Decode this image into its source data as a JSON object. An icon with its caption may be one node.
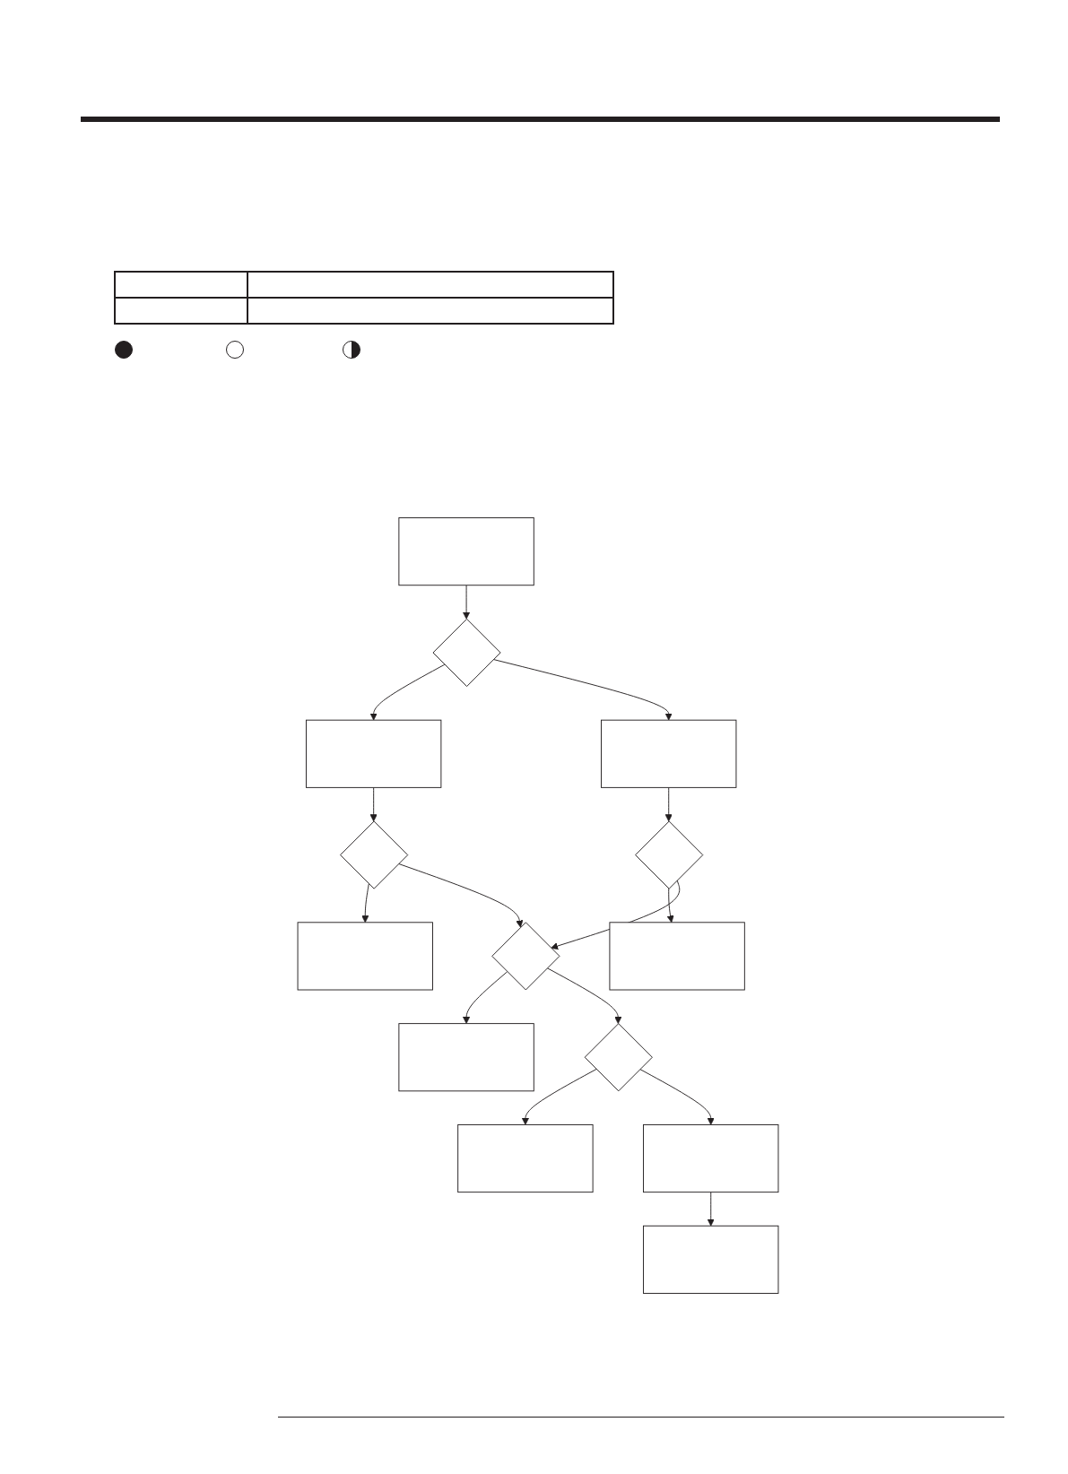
{
  "diagram": {
    "nodes": [
      {
        "text": [],
        "shape": "box"
      },
      {
        "text": [],
        "shape": "diamond"
      },
      {
        "text": [],
        "shape": "box"
      },
      {
        "text": [],
        "shape": "box"
      },
      {
        "text": [],
        "shape": "diamond"
      },
      {
        "text": [],
        "shape": "box"
      },
      {
        "text": [],
        "shape": "diamond"
      },
      {
        "text": [],
        "shape": "box"
      },
      {
        "text": [],
        "shape": "diamond"
      },
      {
        "text": [],
        "shape": "box"
      },
      {
        "text": [],
        "shape": "diamond"
      },
      {
        "text": [],
        "shape": "box"
      },
      {
        "text": [],
        "shape": "box"
      },
      {
        "text": [],
        "shape": "box"
      }
    ],
    "edges": [
      {
        "from": 0,
        "to": 1,
        "arrow": "to"
      },
      {
        "from": 1,
        "to": 2,
        "arrow": "to"
      },
      {
        "from": 1,
        "to": 3,
        "arrow": "to"
      },
      {
        "from": 2,
        "to": 4,
        "arrow": "to"
      },
      {
        "from": 4,
        "to": 5,
        "arrow": "to"
      },
      {
        "from": 3,
        "to": 6,
        "arrow": "to"
      },
      {
        "from": 6,
        "to": 7,
        "arrow": "to"
      },
      {
        "from": 6,
        "to": 8,
        "arrow": "to"
      },
      {
        "from": 4,
        "to": 8,
        "arrow": "to"
      },
      {
        "from": 8,
        "to": 9,
        "arrow": "to"
      },
      {
        "from": 8,
        "to": 10,
        "arrow": "to"
      },
      {
        "from": 10,
        "to": 11,
        "arrow": "to"
      },
      {
        "from": 10,
        "to": 12,
        "arrow": "to"
      },
      {
        "from": 12,
        "to": 13,
        "arrow": "to"
      }
    ]
  }
}
